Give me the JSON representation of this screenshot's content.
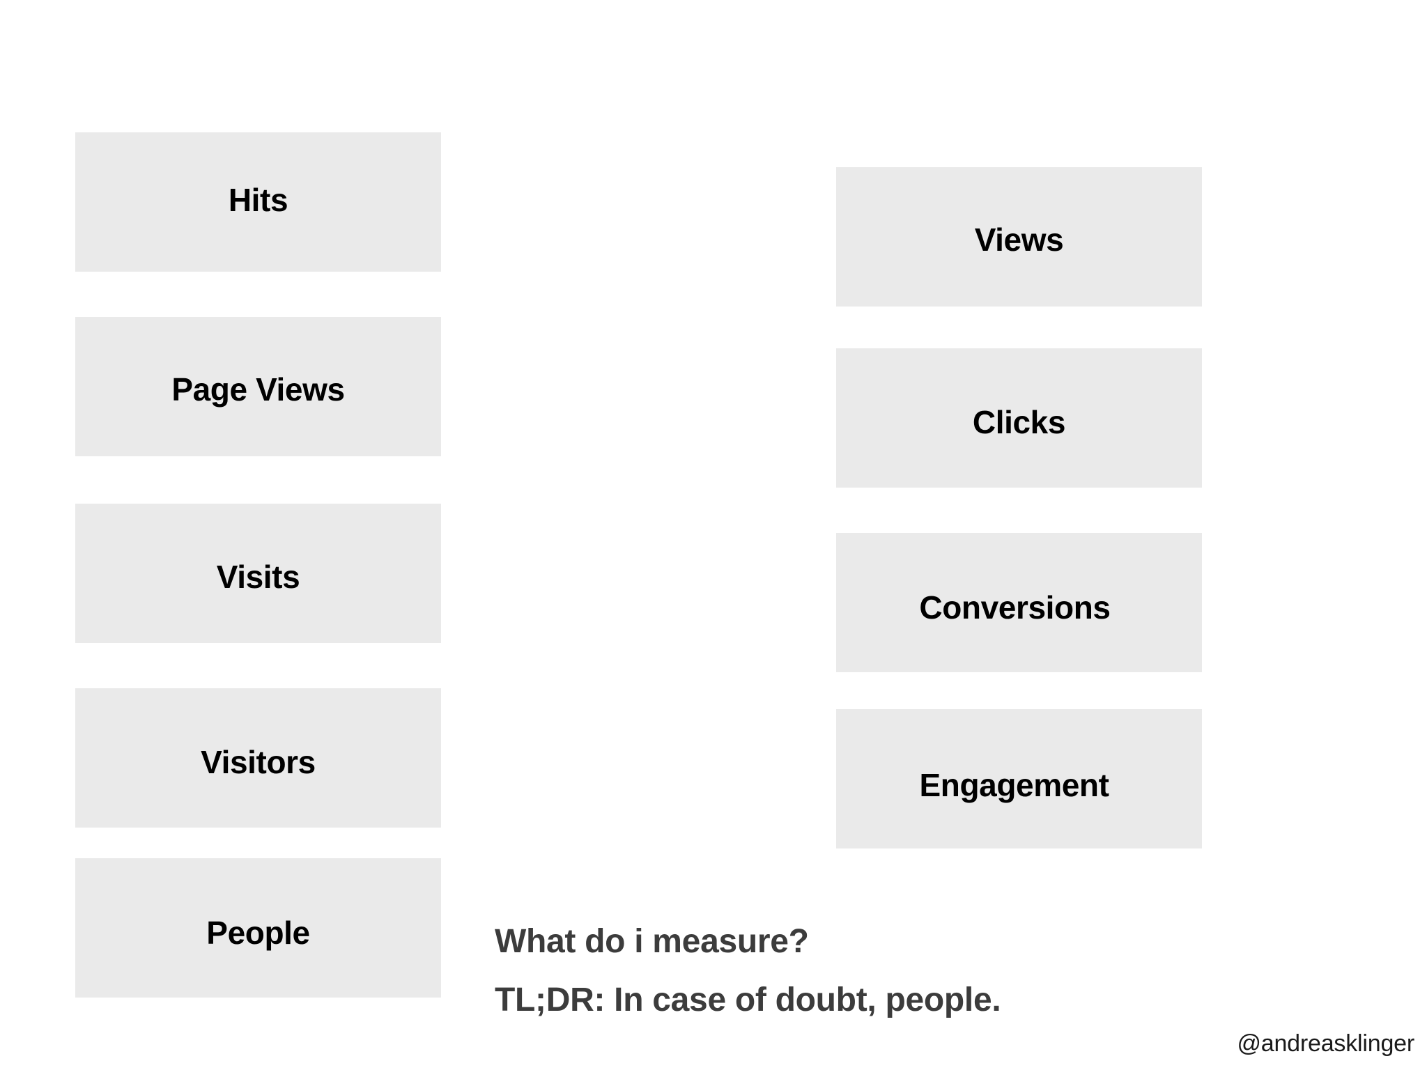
{
  "slide": {
    "background_color": "#ffffff",
    "box_color": "#EAEAEA",
    "box_text_color": "#000000",
    "caption_text_color": "#3C3C3C"
  },
  "left_column": {
    "items": [
      {
        "label": "Hits"
      },
      {
        "label": "Page Views"
      },
      {
        "label": "Visits"
      },
      {
        "label": "Visitors"
      },
      {
        "label": "People"
      }
    ]
  },
  "right_column": {
    "items": [
      {
        "label": "Views"
      },
      {
        "label": "Clicks"
      },
      {
        "label": "Conversions"
      },
      {
        "label": "Engagement"
      }
    ]
  },
  "caption": {
    "line1": "What do i measure?",
    "line2": "TL;DR: In case of doubt, people."
  },
  "attribution": {
    "handle": "@andreasklinger"
  }
}
